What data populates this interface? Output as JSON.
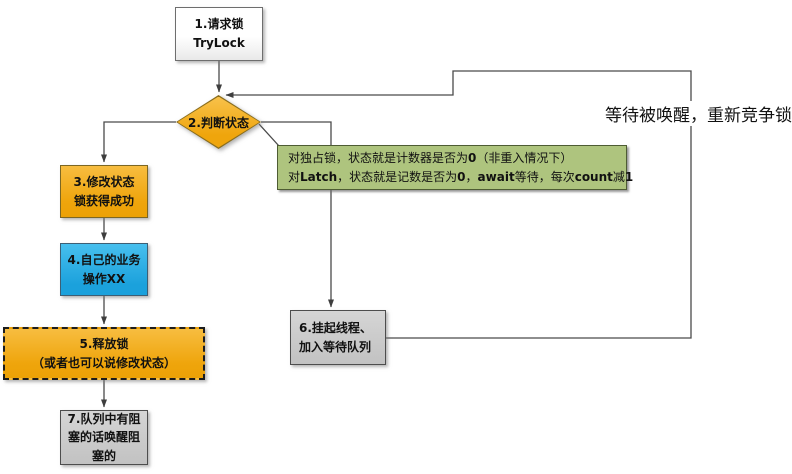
{
  "diagram": {
    "kind": "flowchart",
    "topic": "TryLock 加锁/释放锁流程",
    "colors": {
      "node_orange": "#efa50c",
      "node_blue": "#1ba1dc",
      "node_gray": "#c9c9c9",
      "node_white": "#ffffff",
      "note_green": "#aec47e",
      "line": "#4a4a4a",
      "text": "#111111"
    },
    "nodes": {
      "step1": {
        "id": "1",
        "type": "process",
        "lines": [
          "1.请求锁",
          "TryLock"
        ]
      },
      "step2": {
        "id": "2",
        "type": "decision",
        "lines": [
          "2.判断状态"
        ]
      },
      "step3": {
        "id": "3",
        "type": "process",
        "lines": [
          "3.修改状态",
          "锁获得成功"
        ]
      },
      "step4": {
        "id": "4",
        "type": "process",
        "lines": [
          "4.自己的业务",
          "操作XX"
        ]
      },
      "step5": {
        "id": "5",
        "type": "process-dashed",
        "lines": [
          "5.释放锁",
          "（或者也可以说修改状态）"
        ]
      },
      "step6": {
        "id": "6",
        "type": "process",
        "lines": [
          "6.挂起线程、",
          "加入等待队列"
        ]
      },
      "step7": {
        "id": "7",
        "type": "process",
        "lines": [
          "7.队列中有阻",
          "塞的话唤醒阻",
          "塞的"
        ]
      }
    },
    "note": {
      "attached_to": "step2",
      "rich_lines": [
        [
          {
            "t": "对独占锁，状态就是计数器是否为",
            "b": false
          },
          {
            "t": "0",
            "b": true
          },
          {
            "t": "（非重入情况下）",
            "b": false
          }
        ],
        [
          {
            "t": "对",
            "b": false
          },
          {
            "t": "Latch",
            "b": true
          },
          {
            "t": "，状态就是记数是否为",
            "b": false
          },
          {
            "t": "0",
            "b": true
          },
          {
            "t": "，",
            "b": false
          },
          {
            "t": "await",
            "b": true
          },
          {
            "t": "等待，每次",
            "b": false
          },
          {
            "t": "count",
            "b": true
          },
          {
            "t": "减",
            "b": false
          },
          {
            "t": "1",
            "b": true
          }
        ]
      ]
    },
    "labels": {
      "wait_relock": "等待被唤醒，重新竞争锁"
    },
    "edges": [
      {
        "from": "step1",
        "to": "step2"
      },
      {
        "from": "step2",
        "to": "step3"
      },
      {
        "from": "step3",
        "to": "step4"
      },
      {
        "from": "step4",
        "to": "step5"
      },
      {
        "from": "step5",
        "to": "step7"
      },
      {
        "from": "step2",
        "to": "step6"
      },
      {
        "from": "step6",
        "to": "step2",
        "label": "等待被唤醒，重新竞争锁"
      },
      {
        "from": "step2",
        "to": "note",
        "style": "callout"
      }
    ]
  }
}
